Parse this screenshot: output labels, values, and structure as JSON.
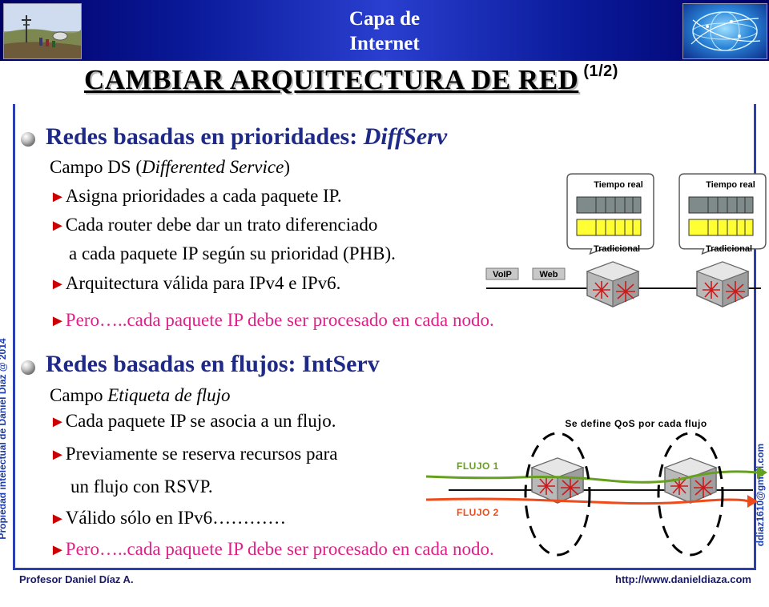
{
  "header": {
    "title_line1": "Capa de",
    "title_line2": "Internet"
  },
  "title": {
    "main": "CAMBIAR ARQUITECTURA DE RED",
    "suffix": "(1/2)"
  },
  "section1": {
    "heading_plain": "Redes basadas en prioridades: ",
    "heading_italic": "DiffServ",
    "field_plain_1": "Campo DS (",
    "field_italic": "Differented Service",
    "field_plain_2": ")",
    "items": [
      "Asigna prioridades a cada paquete IP.",
      "Cada router debe dar un trato diferenciado",
      "a cada paquete IP según su prioridad (PHB).",
      "Arquitectura válida para IPv4 e IPv6.",
      "Pero…..cada paquete IP debe ser procesado en cada nodo."
    ]
  },
  "section2": {
    "heading": "Redes basadas en flujos: IntServ",
    "field_plain": "Campo ",
    "field_italic": "Etiqueta de flujo",
    "items": [
      "Cada paquete IP se asocia a un flujo.",
      "Previamente se reserva recursos para",
      "un flujo con RSVP.",
      "Válido sólo en IPv6…………",
      "Pero…..cada paquete IP debe ser procesado en cada nodo."
    ]
  },
  "diffserv_diagram": {
    "queue_top_label": "Tiempo real",
    "queue_bottom_label": "Tradicional",
    "tag_voip": "VoIP",
    "tag_web": "Web",
    "colors": {
      "tiempo_real": "#7f8a8a",
      "tradicional": "#ffff33",
      "tag": "#c8c8c8"
    }
  },
  "intserv_diagram": {
    "caption": "Se define QoS por cada flujo",
    "flow1_label": "FLUJO 1",
    "flow2_label": "FLUJO 2",
    "colors": {
      "flow1": "#66a020",
      "flow2": "#ee4a1a"
    }
  },
  "side": {
    "left": "Propiedad intelectual de Daniel Díaz @ 2014",
    "right": "ddiaz1610@gmail.com"
  },
  "footer": {
    "author": "Profesor Daniel Díaz A.",
    "url": "http://www.danieldiaza.com"
  },
  "arrow_glyph": "►"
}
